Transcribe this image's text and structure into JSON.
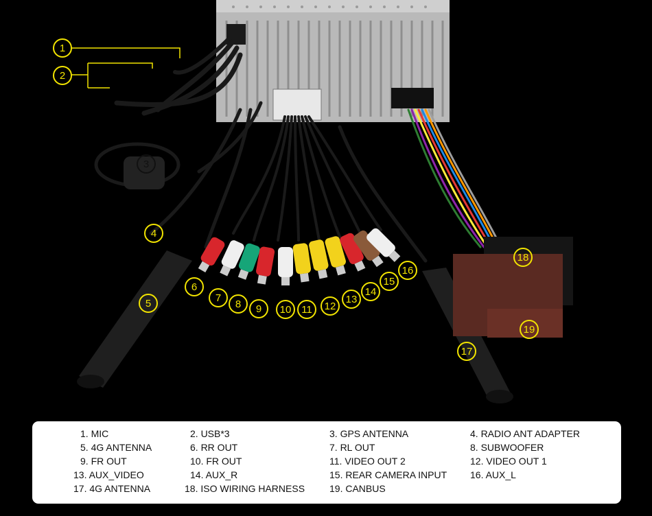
{
  "callouts": [
    "1",
    "2",
    "3",
    "4",
    "5",
    "6",
    "7",
    "8",
    "9",
    "10",
    "11",
    "12",
    "13",
    "14",
    "15",
    "16",
    "17",
    "18",
    "19"
  ],
  "legend": [
    "1. MIC",
    "2. USB*3",
    "3. GPS ANTENNA",
    "4. RADIO ANT ADAPTER",
    "5. 4G ANTENNA",
    "6. RR OUT",
    "7. RL OUT",
    "8. SUBWOOFER",
    "9. FR OUT",
    "10. FR OUT",
    "11. VIDEO OUT 2",
    "12. VIDEO OUT 1",
    "13. AUX_VIDEO",
    "14. AUX_R",
    "15. REAR CAMERA INPUT",
    "16. AUX_L",
    "17. 4G ANTENNA",
    "18. ISO WIRING HARNESS",
    "19. CANBUS"
  ],
  "connector_colors": {
    "red": "#d8262c",
    "white": "#efefef",
    "green": "#16a578",
    "yellow": "#f2d21c",
    "brown": "#8a5a3a",
    "callout": "#f2e400"
  }
}
